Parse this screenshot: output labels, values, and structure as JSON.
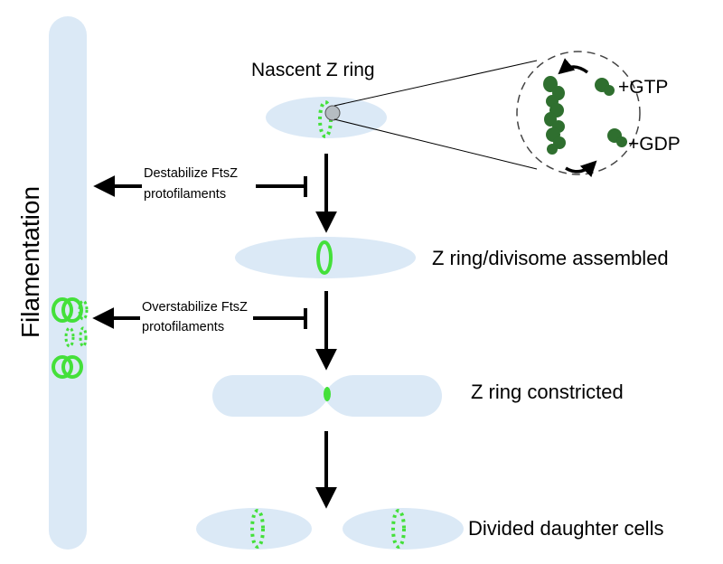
{
  "labels": {
    "side": "Filamentation",
    "nascent": "Nascent Z ring",
    "gtp": "+GTP",
    "gdp": "+GDP",
    "assembled": "Z ring/divisome assembled",
    "constricted": "Z ring constricted",
    "divided": "Divided daughter cells",
    "destabilize_line1": "Destabilize FtsZ",
    "destabilize_line2": "protofilaments",
    "overstabilize_line1": "Overstabilize FtsZ",
    "overstabilize_line2": "protofilaments"
  },
  "colors": {
    "cell_fill": "#dbe9f6",
    "ring": "#44e03a",
    "arrow": "#000000",
    "protein": "#2f6f2f"
  },
  "icons": {
    "zoom": "magnified-circle",
    "protein": "ftsz-protein-cluster",
    "inhibition": "t-bar-inhibition-arrow"
  }
}
